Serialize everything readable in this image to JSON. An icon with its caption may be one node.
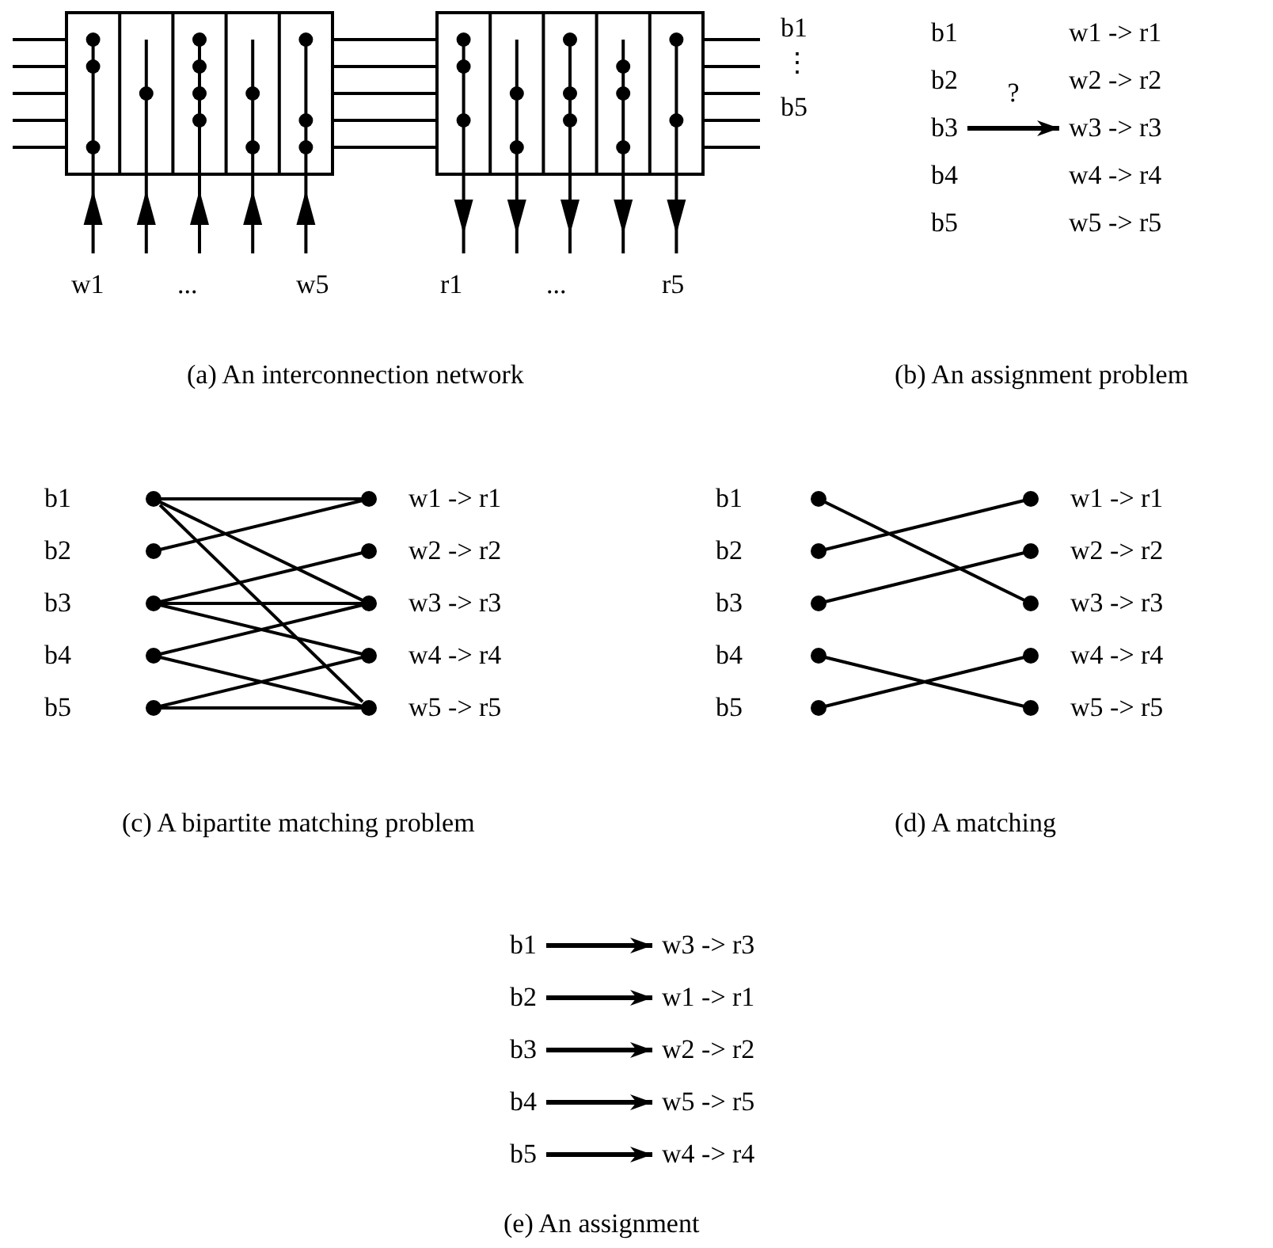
{
  "diagram": {
    "nodes": [
      {
        "text": [
          "b1",
          "b2",
          "b3",
          "b4",
          "b5"
        ]
      },
      {
        "text": [
          "w1 -> r1",
          "w2 -> r2",
          "w3 -> r3",
          "w4 -> r4",
          "w5 -> r5"
        ]
      },
      {
        "text": [],
        "shape": "circle",
        "beside": [
          "b1"
        ]
      },
      {
        "text": [],
        "shape": "circle",
        "beside": [
          "b2"
        ]
      },
      {
        "text": [],
        "shape": "circle",
        "beside": [
          "b3"
        ]
      },
      {
        "text": [],
        "shape": "circle",
        "beside": [
          "b4"
        ]
      },
      {
        "text": [],
        "shape": "circle",
        "beside": [
          "b5"
        ]
      },
      {
        "text": [],
        "shape": "circle",
        "beside": [
          "w1 -> r1"
        ]
      },
      {
        "text": [],
        "shape": "circle",
        "beside": [
          "w2 -> r2"
        ]
      },
      {
        "text": [],
        "shape": "circle",
        "beside": [
          "w3 -> r3"
        ]
      },
      {
        "text": [],
        "shape": "circle",
        "beside": [
          "w4 -> r4"
        ]
      },
      {
        "text": [],
        "shape": "circle",
        "beside": [
          "w5 -> r5"
        ]
      },
      {
        "text": [],
        "shape": "circle",
        "beside": [
          "b1"
        ]
      },
      {
        "text": [],
        "shape": "circle",
        "beside": [
          "b2"
        ]
      },
      {
        "text": [],
        "shape": "circle",
        "beside": [
          "b3"
        ]
      },
      {
        "text": [],
        "shape": "circle",
        "beside": [
          "b4"
        ]
      },
      {
        "text": [],
        "shape": "circle",
        "beside": [
          "b5"
        ]
      },
      {
        "text": [],
        "shape": "circle",
        "beside": [
          "w1 -> r1"
        ]
      },
      {
        "text": [],
        "shape": "circle",
        "beside": [
          "w2 -> r2"
        ]
      },
      {
        "text": [],
        "shape": "circle",
        "beside": [
          "w3 -> r3"
        ]
      },
      {
        "text": [],
        "shape": "circle",
        "beside": [
          "w4 -> r4"
        ]
      },
      {
        "text": [],
        "shape": "circle",
        "beside": [
          "w5 -> r5"
        ]
      },
      {
        "text": [
          "b1"
        ]
      },
      {
        "text": [
          "w3 -> r3"
        ]
      },
      {
        "text": [
          "b2"
        ]
      },
      {
        "text": [
          "w1 -> r1"
        ]
      },
      {
        "text": [
          "b3"
        ]
      },
      {
        "text": [
          "w2 -> r2"
        ]
      },
      {
        "text": [
          "b4"
        ]
      },
      {
        "text": [
          "w5 -> r5"
        ]
      },
      {
        "text": [
          "b5"
        ]
      },
      {
        "text": [
          "w4 -> r4"
        ]
      }
    ],
    "edges": [
      {
        "from": 0,
        "to": 1,
        "arrow": "to",
        "label": "?"
      },
      {
        "from": 2,
        "to": 7,
        "arrow": "none"
      },
      {
        "from": 2,
        "to": 9,
        "arrow": "none"
      },
      {
        "from": 2,
        "to": 11,
        "arrow": "none"
      },
      {
        "from": 3,
        "to": 7,
        "arrow": "none"
      },
      {
        "from": 4,
        "to": 8,
        "arrow": "none"
      },
      {
        "from": 4,
        "to": 9,
        "arrow": "none"
      },
      {
        "from": 4,
        "to": 10,
        "arrow": "none"
      },
      {
        "from": 5,
        "to": 9,
        "arrow": "none"
      },
      {
        "from": 5,
        "to": 11,
        "arrow": "none"
      },
      {
        "from": 6,
        "to": 10,
        "arrow": "none"
      },
      {
        "from": 6,
        "to": 11,
        "arrow": "none"
      },
      {
        "from": 12,
        "to": 19,
        "arrow": "none"
      },
      {
        "from": 13,
        "to": 17,
        "arrow": "none"
      },
      {
        "from": 14,
        "to": 18,
        "arrow": "none"
      },
      {
        "from": 15,
        "to": 21,
        "arrow": "none"
      },
      {
        "from": 16,
        "to": 20,
        "arrow": "none"
      },
      {
        "from": 22,
        "to": 23,
        "arrow": "to"
      },
      {
        "from": 24,
        "to": 25,
        "arrow": "to"
      },
      {
        "from": 26,
        "to": 27,
        "arrow": "to"
      },
      {
        "from": 28,
        "to": 29,
        "arrow": "to"
      },
      {
        "from": 30,
        "to": 31,
        "arrow": "to"
      }
    ],
    "labels": [
      "b1",
      "⋮",
      "b5",
      "w1",
      "...",
      "w5",
      "r1",
      "...",
      "r5",
      "(a) An interconnection network",
      "(b) An assignment problem",
      "(c) A bipartite matching problem",
      "(d) A matching",
      "(e) An assignment"
    ]
  }
}
